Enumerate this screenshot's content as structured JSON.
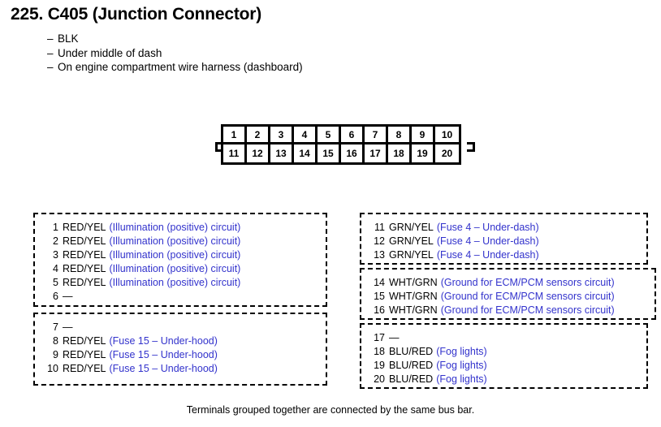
{
  "header": {
    "title": "225. C405 (Junction Connector)",
    "specs": [
      "BLK",
      "Under middle of dash",
      "On engine compartment wire harness (dashboard)"
    ],
    "dash": "–"
  },
  "connector": {
    "top_row": [
      "1",
      "2",
      "3",
      "4",
      "5",
      "6",
      "7",
      "8",
      "9",
      "10"
    ],
    "bottom_row": [
      "11",
      "12",
      "13",
      "14",
      "15",
      "16",
      "17",
      "18",
      "19",
      "20"
    ]
  },
  "terminal_groups": [
    {
      "column": "left",
      "terminals": [
        {
          "pin": "1",
          "wire": "RED/YEL",
          "desc": "(Illumination (positive) circuit)"
        },
        {
          "pin": "2",
          "wire": "RED/YEL",
          "desc": "(Illumination (positive) circuit)"
        },
        {
          "pin": "3",
          "wire": "RED/YEL",
          "desc": "(Illumination (positive) circuit)"
        },
        {
          "pin": "4",
          "wire": "RED/YEL",
          "desc": "(Illumination (positive) circuit)"
        },
        {
          "pin": "5",
          "wire": "RED/YEL",
          "desc": "(Illumination (positive) circuit)"
        },
        {
          "pin": "6",
          "wire": "—",
          "desc": ""
        }
      ]
    },
    {
      "column": "left",
      "terminals": [
        {
          "pin": "7",
          "wire": "—",
          "desc": ""
        },
        {
          "pin": "8",
          "wire": "RED/YEL",
          "desc": "(Fuse 15 – Under-hood)"
        },
        {
          "pin": "9",
          "wire": "RED/YEL",
          "desc": "(Fuse 15 – Under-hood)"
        },
        {
          "pin": "10",
          "wire": "RED/YEL",
          "desc": "(Fuse 15 – Under-hood)"
        }
      ]
    },
    {
      "column": "right",
      "terminals": [
        {
          "pin": "11",
          "wire": "GRN/YEL",
          "desc": "(Fuse 4 – Under-dash)"
        },
        {
          "pin": "12",
          "wire": "GRN/YEL",
          "desc": "(Fuse 4 – Under-dash)"
        },
        {
          "pin": "13",
          "wire": "GRN/YEL",
          "desc": "(Fuse 4 – Under-dash)"
        }
      ]
    },
    {
      "column": "right",
      "terminals": [
        {
          "pin": "14",
          "wire": "WHT/GRN",
          "desc": "(Ground for ECM/PCM sensors circuit)"
        },
        {
          "pin": "15",
          "wire": "WHT/GRN",
          "desc": "(Ground for ECM/PCM sensors circuit)"
        },
        {
          "pin": "16",
          "wire": "WHT/GRN",
          "desc": "(Ground for ECM/PCM sensors circuit)"
        }
      ]
    },
    {
      "column": "right",
      "terminals": [
        {
          "pin": "17",
          "wire": "—",
          "desc": ""
        },
        {
          "pin": "18",
          "wire": "BLU/RED",
          "desc": "(Fog lights)"
        },
        {
          "pin": "19",
          "wire": "BLU/RED",
          "desc": "(Fog lights)"
        },
        {
          "pin": "20",
          "wire": "BLU/RED",
          "desc": "(Fog lights)"
        }
      ]
    }
  ],
  "caption": "Terminals grouped together are connected by the same bus bar.",
  "colors": {
    "circuit_text": "#3333cc",
    "body_text": "#000000"
  }
}
